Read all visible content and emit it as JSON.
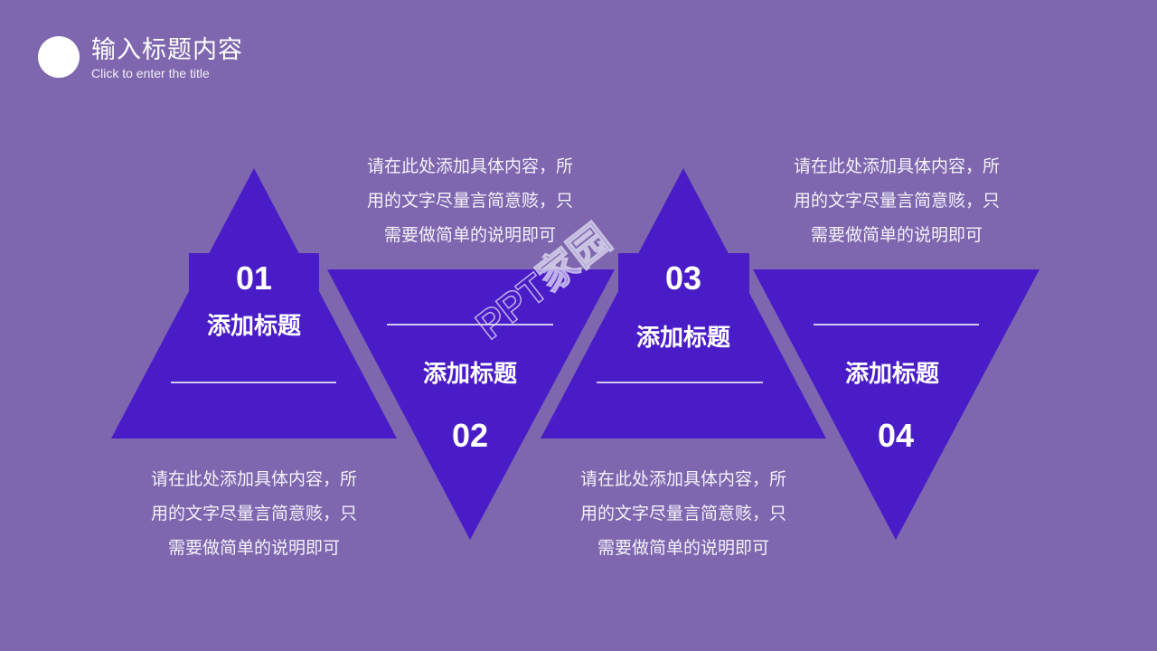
{
  "header": {
    "title": "输入标题内容",
    "subtitle": "Click to enter the title"
  },
  "colors": {
    "background": "#7e67ae",
    "shape_fill": "#4a1cc8",
    "text": "#ffffff"
  },
  "items": [
    {
      "number": "01",
      "heading": "添加标题",
      "orientation": "up",
      "description": [
        "请在此处添加具体内容，所",
        "用的文字尽量言简意赅，只",
        "需要做简单的说明即可"
      ]
    },
    {
      "number": "02",
      "heading": "添加标题",
      "orientation": "down",
      "description": [
        "请在此处添加具体内容，所",
        "用的文字尽量言简意赅，只",
        "需要做简单的说明即可"
      ]
    },
    {
      "number": "03",
      "heading": "添加标题",
      "orientation": "up",
      "description": [
        "请在此处添加具体内容，所",
        "用的文字尽量言简意赅，只",
        "需要做简单的说明即可"
      ]
    },
    {
      "number": "04",
      "heading": "添加标题",
      "orientation": "down",
      "description": [
        "请在此处添加具体内容，所",
        "用的文字尽量言简意赅，只",
        "需要做简单的说明即可"
      ]
    }
  ],
  "watermark": "PPT家园"
}
